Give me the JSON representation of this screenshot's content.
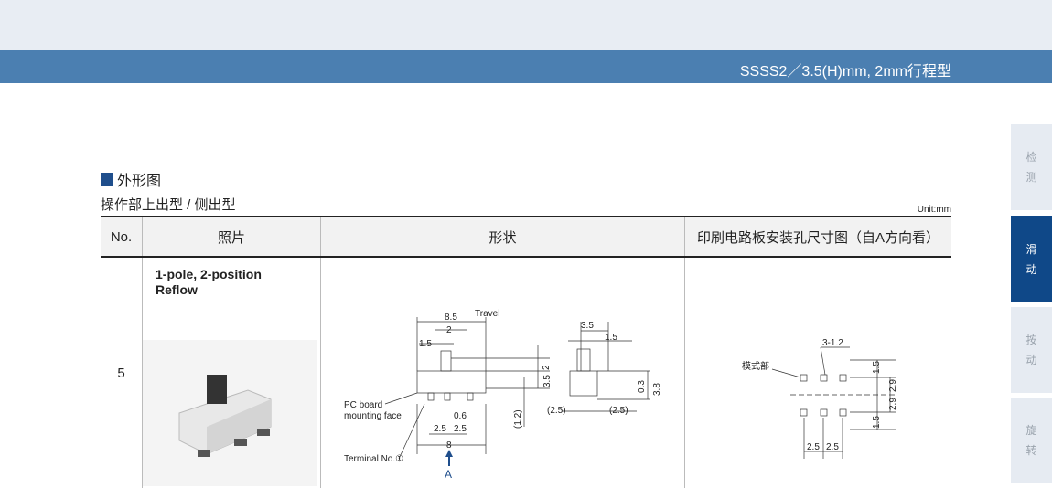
{
  "header": {
    "title": "SSSS2／3.5(H)mm, 2mm行程型"
  },
  "section": {
    "title": "外形图",
    "subtitle": "操作部上出型 / 侧出型",
    "unit": "Unit:mm"
  },
  "table": {
    "headers": [
      "No.",
      "照片",
      "形状",
      "印刷电路板安装孔尺寸图（自A方向看）"
    ],
    "row": {
      "no": "5",
      "desc_line1": "1-pole, 2-position",
      "desc_line2": "Reflow"
    }
  },
  "drawing": {
    "d85": "8.5",
    "travel": "Travel",
    "d2": "2",
    "d15": "1.5",
    "d35v": "3.5",
    "d2v": "2",
    "pcb1": "PC board",
    "pcb2": "mounting face",
    "d06": "0.6",
    "d25a": "2.5",
    "d25b": "2.5",
    "d8": "8",
    "terminal": "Terminal No.①",
    "arrowA": "A",
    "d12": "(1.2)",
    "s35": "3.5",
    "s15": "1.5",
    "s03": "0.3",
    "s38": "3.8",
    "s25l": "(2.5)",
    "s25r": "(2.5)"
  },
  "footprint": {
    "label": "模式部",
    "holes": "3-1.2",
    "v15a": "1.5",
    "v29a": "2.9",
    "v29b": "2.9",
    "v15b": "1.5",
    "h25a": "2.5",
    "h25b": "2.5"
  },
  "sidebar": {
    "items": [
      {
        "label": "检测",
        "active": false
      },
      {
        "label": "滑动",
        "active": true
      },
      {
        "label": "按动",
        "active": false
      },
      {
        "label": "旋转",
        "active": false
      }
    ]
  }
}
